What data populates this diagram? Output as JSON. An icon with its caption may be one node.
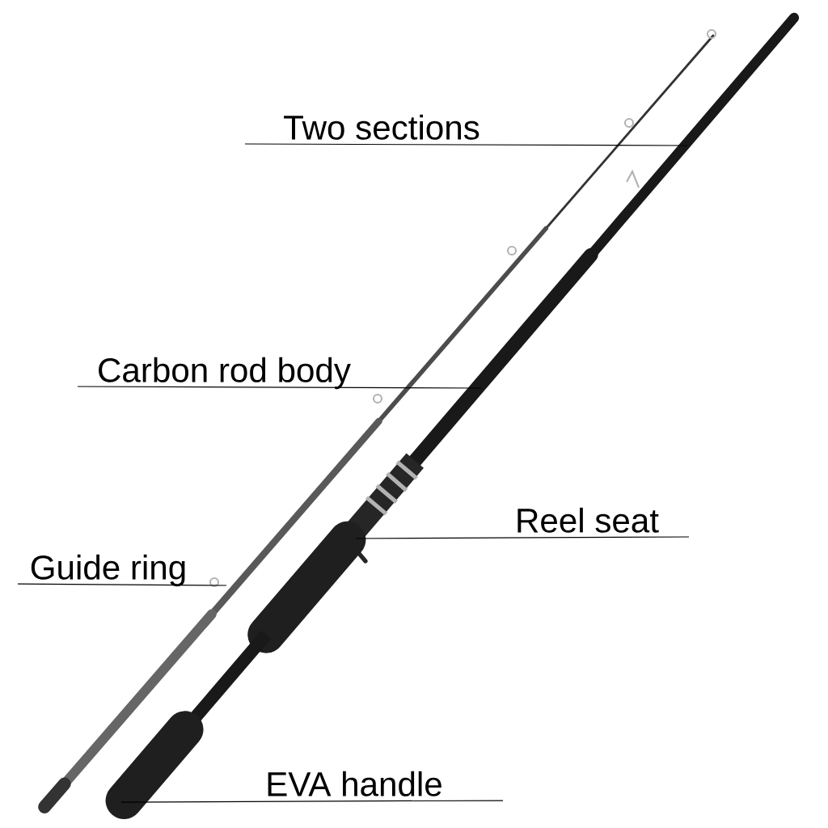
{
  "diagram": {
    "nodes": [
      {
        "text": [
          "Two sections"
        ]
      },
      {
        "text": [
          "Carbon rod body"
        ]
      },
      {
        "text": [
          "Reel seat"
        ]
      },
      {
        "text": [
          "Guide ring"
        ]
      },
      {
        "text": [
          "EVA handle"
        ]
      }
    ],
    "edges": [
      {
        "from": 0,
        "to": null,
        "arrow": "none"
      },
      {
        "from": 1,
        "to": null,
        "arrow": "none"
      },
      {
        "from": 2,
        "to": null,
        "arrow": "none"
      },
      {
        "from": 3,
        "to": null,
        "arrow": "none"
      },
      {
        "from": 4,
        "to": null,
        "arrow": "none"
      }
    ]
  }
}
